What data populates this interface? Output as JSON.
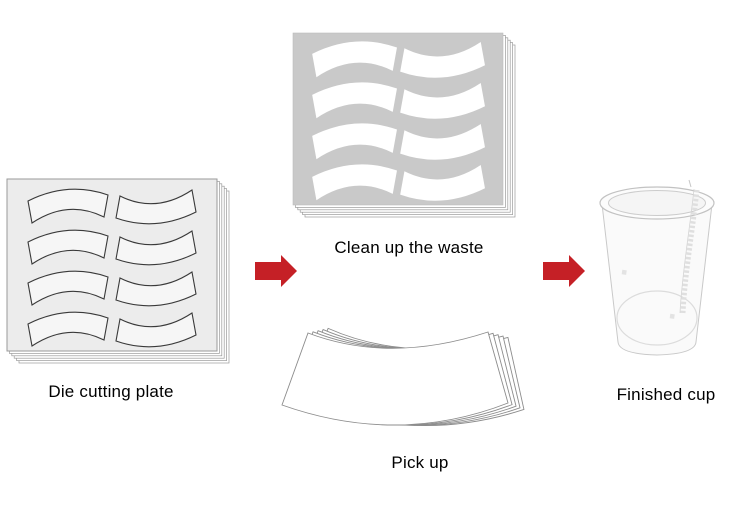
{
  "diagram": {
    "type": "process-flow",
    "steps": [
      {
        "id": "die-cutting-plate",
        "label": "Die cutting plate"
      },
      {
        "id": "clean-up-the-waste",
        "label": "Clean up the waste"
      },
      {
        "id": "pick-up",
        "label": "Pick up"
      },
      {
        "id": "finished-cup",
        "label": "Finished cup"
      }
    ],
    "arrows": [
      {
        "icon": "red-arrow-right-icon",
        "direction": "right"
      },
      {
        "icon": "red-arrow-right-icon",
        "direction": "right"
      }
    ],
    "colors": {
      "arrow_red": "#C52026",
      "die_plate_fill": "#ECECEC",
      "die_plate_border": "#9A9A9A",
      "waste_plate_fill": "#C9C9C9",
      "blank_outline": "#3A3A3A",
      "sheet_edge": "#999999",
      "cup_outline": "#C6C6C6",
      "label_text": "#000000",
      "background": "#FFFFFF"
    }
  }
}
